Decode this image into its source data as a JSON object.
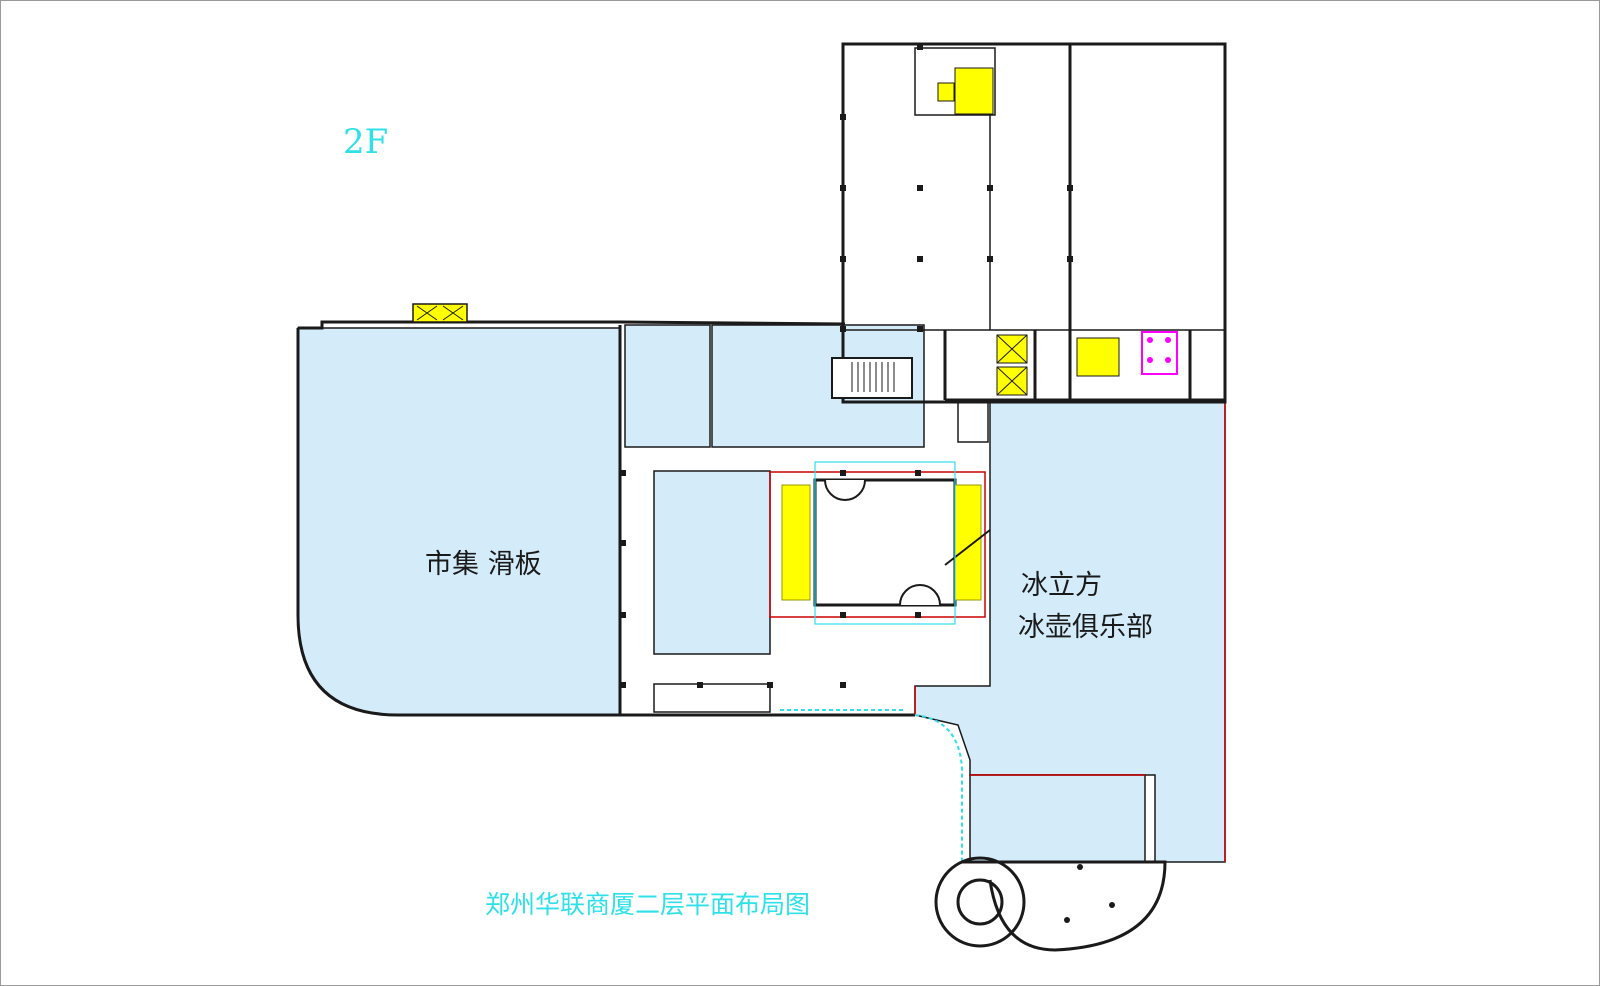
{
  "floor_label": "2F",
  "caption": "郑州华联商厦二层平面布局图",
  "zones": {
    "market_skate": "市集 滑板",
    "ice_cube_line1": "冰立方",
    "ice_cube_line2": "冰壶俱乐部"
  },
  "colors": {
    "zone_fill": "#d4ecfa",
    "wall": "#1a1a1a",
    "label_cyan": "#2ee0e8",
    "escalator": "#ffff00",
    "restroom": "#ff00ff",
    "accent_red": "#cc0000"
  },
  "icons": [
    "stair-icon",
    "elevator-icon",
    "escalator-icon",
    "restroom-icon",
    "spiral-stair-icon",
    "column-icon",
    "door-icon"
  ]
}
